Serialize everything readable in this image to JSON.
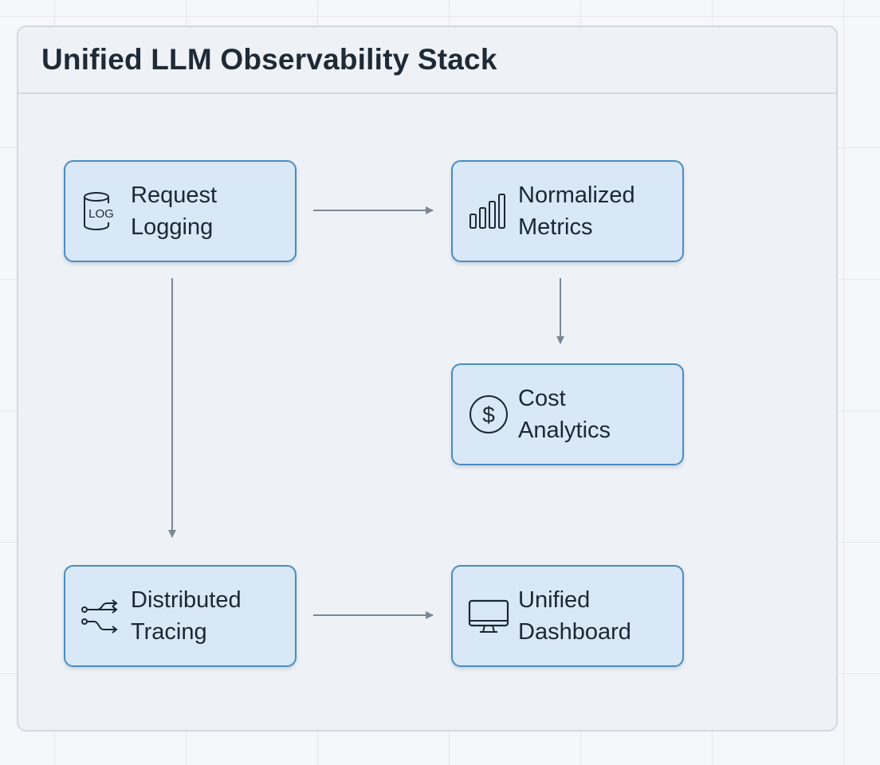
{
  "diagram": {
    "title": "Unified LLM Observability Stack",
    "nodes": {
      "request_logging": {
        "label": "Request\nLogging",
        "icon": "log-database-icon",
        "icon_text": "LOG"
      },
      "normalized_metrics": {
        "label": "Normalized\nMetrics",
        "icon": "bar-chart-icon"
      },
      "cost_analytics": {
        "label": "Cost\nAnalytics",
        "icon": "dollar-coin-icon",
        "icon_text": "$"
      },
      "distributed_tracing": {
        "label": "Distributed\nTracing",
        "icon": "branching-arrows-icon"
      },
      "unified_dashboard": {
        "label": "Unified\nDashboard",
        "icon": "monitor-icon"
      }
    },
    "edges": [
      {
        "from": "request_logging",
        "to": "normalized_metrics"
      },
      {
        "from": "normalized_metrics",
        "to": "cost_analytics"
      },
      {
        "from": "request_logging",
        "to": "distributed_tracing"
      },
      {
        "from": "distributed_tracing",
        "to": "unified_dashboard"
      }
    ],
    "colors": {
      "node_fill": "#d9e8f6",
      "node_border": "#4a8bc4",
      "edge": "#7b8794",
      "title": "#1f2a37"
    }
  }
}
